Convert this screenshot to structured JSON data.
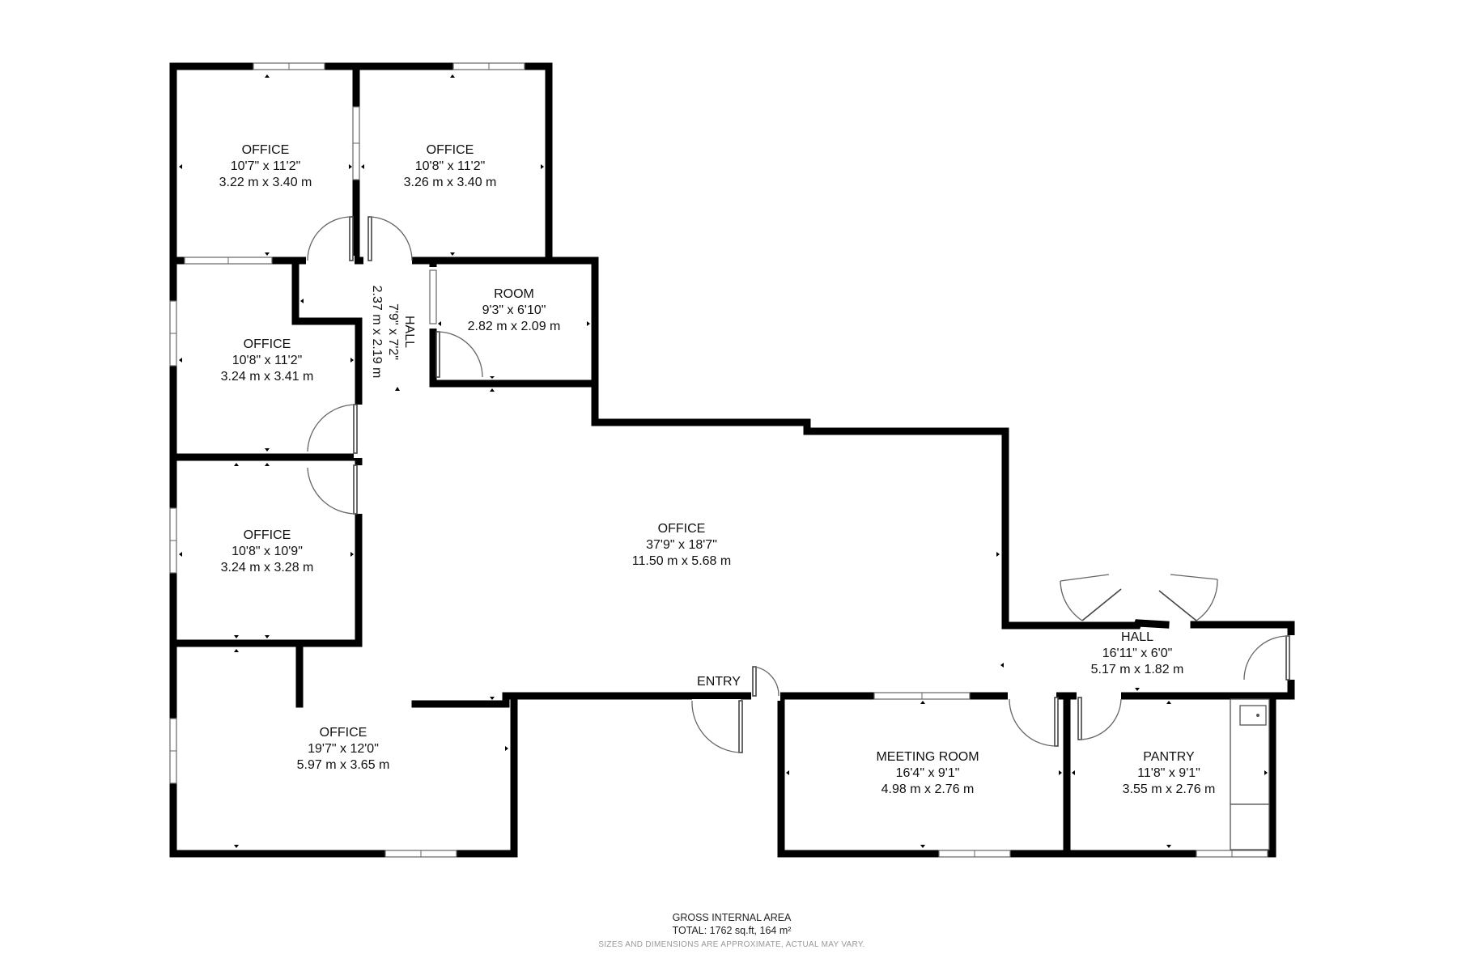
{
  "rooms": {
    "office_tl": {
      "name": "OFFICE",
      "imperial": "10'7\" x 11'2\"",
      "metric": "3.22 m x 3.40 m"
    },
    "office_tm": {
      "name": "OFFICE",
      "imperial": "10'8\" x 11'2\"",
      "metric": "3.26 m x 3.40 m"
    },
    "office_ml": {
      "name": "OFFICE",
      "imperial": "10'8\" x 11'2\"",
      "metric": "3.24 m x 3.41 m"
    },
    "office_ll": {
      "name": "OFFICE",
      "imperial": "10'8\" x 10'9\"",
      "metric": "3.24 m x 3.28 m"
    },
    "office_bottom": {
      "name": "OFFICE",
      "imperial": "19'7\" x 12'0\"",
      "metric": "5.97 m x 3.65 m"
    },
    "office_main": {
      "name": "OFFICE",
      "imperial": "37'9\" x 18'7\"",
      "metric": "11.50 m x 5.68 m"
    },
    "room": {
      "name": "ROOM",
      "imperial": "9'3\" x 6'10\"",
      "metric": "2.82 m x 2.09 m"
    },
    "hall_vertical": {
      "name": "HALL",
      "imperial": "7'9\" x 7'2\"",
      "metric": "2.37 m x 2.19 m"
    },
    "hall_right": {
      "name": "HALL",
      "imperial": "16'11\" x 6'0\"",
      "metric": "5.17 m x 1.82 m"
    },
    "meeting_room": {
      "name": "MEETING ROOM",
      "imperial": "16'4\" x 9'1\"",
      "metric": "4.98 m x 2.76 m"
    },
    "pantry": {
      "name": "PANTRY",
      "imperial": "11'8\" x 9'1\"",
      "metric": "3.55 m x 2.76 m"
    }
  },
  "entry_label": "ENTRY",
  "footer": {
    "heading": "GROSS INTERNAL AREA",
    "total": "TOTAL: 1762 sq.ft, 164 m²",
    "disclaimer": "SIZES AND DIMENSIONS ARE APPROXIMATE, ACTUAL MAY VARY."
  },
  "icons": [
    "door-icon",
    "window-icon",
    "sink-icon"
  ]
}
